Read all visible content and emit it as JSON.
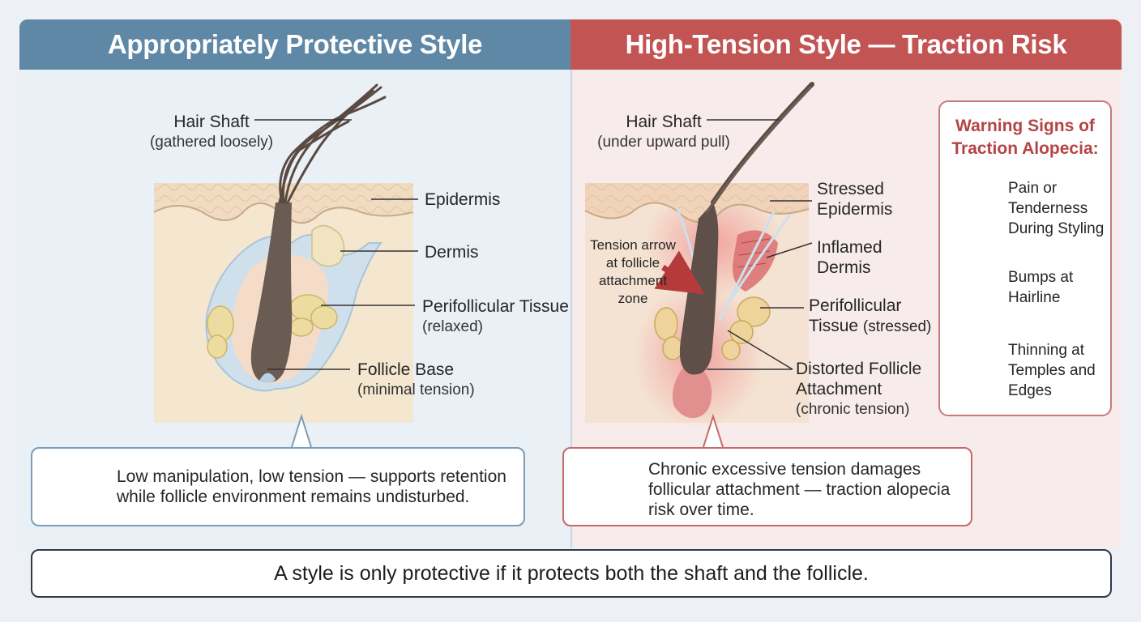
{
  "left": {
    "title": "Appropriately Protective Style",
    "labels": {
      "hair_shaft": "Hair Shaft",
      "hair_shaft_sub": "(gathered loosely)",
      "epidermis": "Epidermis",
      "dermis": "Dermis",
      "perifollicular": "Perifollicular Tissue",
      "perifollicular_sub": "(relaxed)",
      "follicle_base": "Follicle Base",
      "follicle_base_sub": "(minimal tension)"
    },
    "callout": "Low manipulation, low tension — supports retention while follicle environment remains undisturbed."
  },
  "right": {
    "title": "High-Tension Style — Traction Risk",
    "labels": {
      "hair_shaft": "Hair Shaft",
      "hair_shaft_sub": "(under upward pull)",
      "epidermis_1": "Stressed",
      "epidermis_2": "Epidermis",
      "dermis_1": "Inflamed",
      "dermis_2": "Dermis",
      "perifollicular_1": "Perifollicular",
      "perifollicular_2": "Tissue",
      "perifollicular_sub": "(stressed)",
      "follicle_1": "Distorted Follicle",
      "follicle_2": "Attachment",
      "follicle_sub": "(chronic tension)",
      "tension_arrow": "Tension arrow at follicle attachment zone"
    },
    "callout": "Chronic excessive tension damages follicular attachment — traction alopecia risk over time."
  },
  "warning": {
    "title": "Warning Signs of Traction Alopecia:",
    "items": [
      {
        "text": "Pain or Tenderness During Styling",
        "icon": "pained-face-icon"
      },
      {
        "text": "Bumps at Hairline",
        "icon": "scalp-bumps-icon"
      },
      {
        "text": "Thinning at Temples and Edges",
        "icon": "thinning-head-icon"
      }
    ]
  },
  "footer": "A style is only protective if it protects both the shaft and the follicle.",
  "colors": {
    "left_header": "#5f87a6",
    "right_header": "#c25454",
    "warning_title": "#b54444",
    "hair": "#5a4a42",
    "skin": "#f3e3cc",
    "inflammation": "#e88a8a"
  }
}
